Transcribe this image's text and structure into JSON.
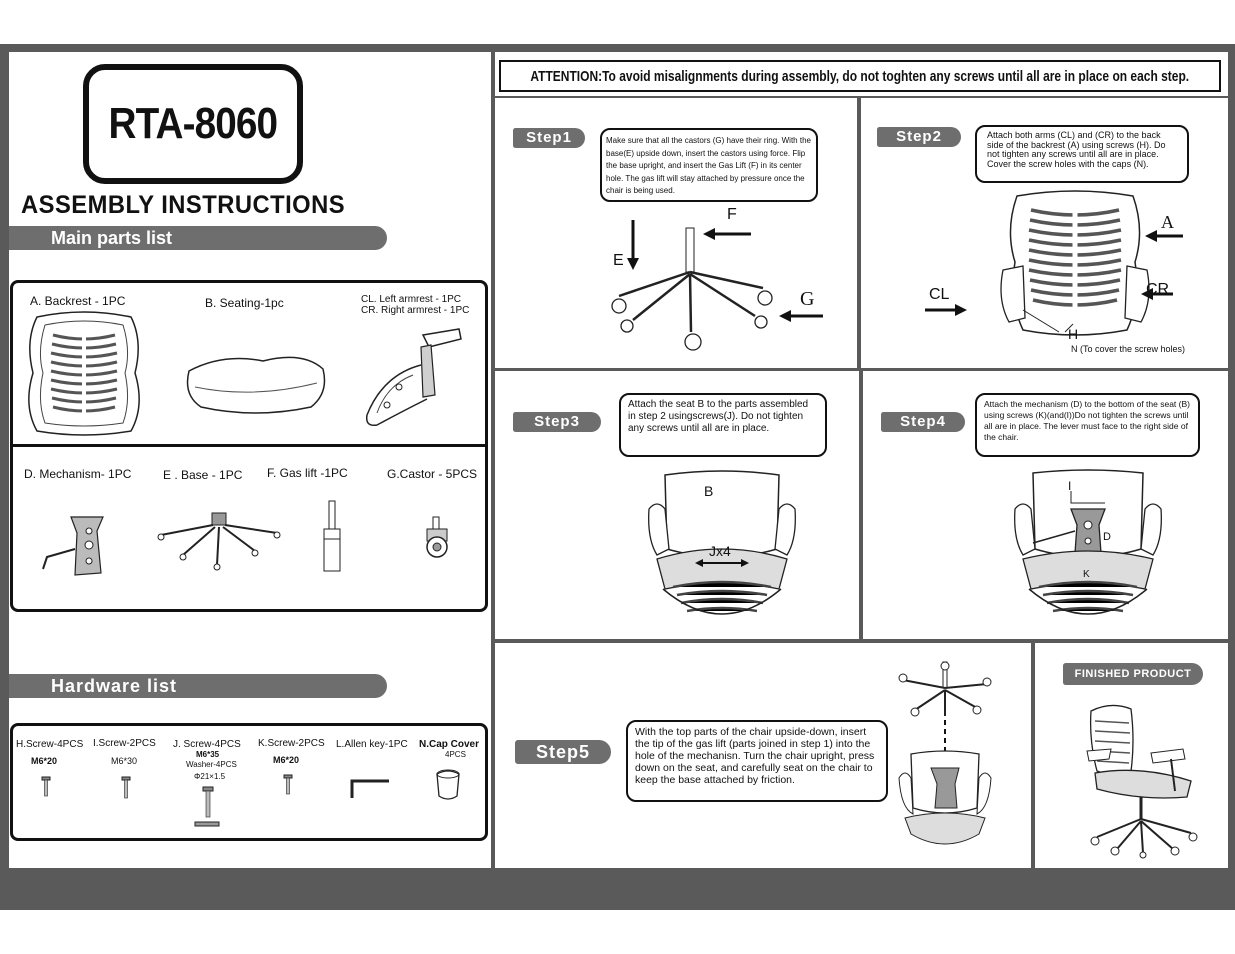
{
  "header": {
    "model": "RTA-8060",
    "title": "ASSEMBLY INSTRUCTIONS"
  },
  "main_parts": {
    "heading": "Main parts list",
    "items": [
      {
        "label": "A. Backrest - 1PC"
      },
      {
        "label": "B. Seating-1pc"
      },
      {
        "label": "CL.  Left armrest - 1PC"
      },
      {
        "label": "CR.  Right armrest - 1PC"
      },
      {
        "label": "D. Mechanism- 1PC"
      },
      {
        "label": "E .  Base - 1PC"
      },
      {
        "label": "F. Gas lift -1PC"
      },
      {
        "label": "G.Castor - 5PCS"
      }
    ]
  },
  "hardware": {
    "heading": "Hardware list",
    "items": [
      {
        "label": "H.Screw-4PCS",
        "spec": "M6*20"
      },
      {
        "label": "I.Screw-2PCS",
        "spec": "M6*30"
      },
      {
        "label": "J. Screw-4PCS",
        "spec": "M6*35",
        "extra": "Washer-4PCS",
        "extra2": "Φ21×1.5"
      },
      {
        "label": "K.Screw-2PCS",
        "spec": "M6*20"
      },
      {
        "label": "L.Allen key-1PC",
        "spec": ""
      },
      {
        "label": "N.Cap Cover",
        "spec": "4PCS"
      }
    ]
  },
  "attention": "ATTENTION:To avoid misalignments during assembly, do not toghten any screws until all are in place on each step.",
  "steps": [
    {
      "tag": "Step1",
      "text": "Make sure that all the castors (G) have their ring. With the base(E) upside down, insert the castors using force. Flip the base upright, and insert the Gas Lift (F) in its center hole. The gas lift will stay attached by pressure once the chair is being used.",
      "labels": [
        "F",
        "E",
        "G"
      ]
    },
    {
      "tag": "Step2",
      "text": "Attach both arms (CL) and (CR) to the back side of the backrest (A) using screws (H). Do not tighten any screws until all are in place. Cover the screw holes with the caps (N).",
      "labels": [
        "A",
        "CL",
        "CR",
        "H",
        "N (To cover the screw holes)"
      ]
    },
    {
      "tag": "Step3",
      "text": "Attach the seat B to the parts assembled in step 2 usingscrews(J). Do not tighten any screws until all are in place.",
      "labels": [
        "B",
        "Jx4"
      ]
    },
    {
      "tag": "Step4",
      "text": "Attach the mechanism (D) to the bottom of the seat (B) using screws (K)(and(I))Do not tighten the screws until all are in place. The lever must face to the right side of the chair.",
      "labels": [
        "I",
        "D",
        "K"
      ]
    },
    {
      "tag": "Step5",
      "text": "With the top parts of the chair upside-down, insert the tip of the gas lift (parts joined in step 1) into the hole of the mechanisn. Turn the chair upright, press down on the seat, and carefully seat on the chair to keep the base attached by friction.",
      "labels": []
    }
  ],
  "finished": {
    "tag": "FINISHED PRODUCT"
  },
  "colors": {
    "frame": "#5a5a5a",
    "pill": "#6e6e6e",
    "ink": "#111111"
  }
}
